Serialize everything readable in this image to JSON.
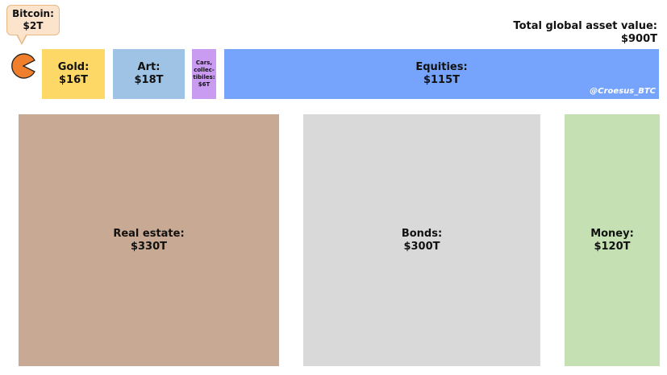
{
  "chart_data": {
    "type": "bar",
    "title": "Total global asset value:",
    "total": "$900T",
    "credit": "@Croesus_BTC",
    "unit": "trillion USD",
    "categories": [
      "Bitcoin",
      "Gold",
      "Art",
      "Cars, collectibles",
      "Equities",
      "Real estate",
      "Bonds",
      "Money"
    ],
    "values": [
      2,
      16,
      18,
      6,
      115,
      330,
      300,
      120
    ],
    "items": [
      {
        "label": "Bitcoin:",
        "value_label": "$2T",
        "color": "#ef7f2c"
      },
      {
        "label": "Gold:",
        "value_label": "$16T",
        "color": "#fdd866"
      },
      {
        "label": "Art:",
        "value_label": "$18T",
        "color": "#9fc3e5"
      },
      {
        "label": "Cars, collec- tibiles:",
        "value_label": "$6T",
        "color": "#c99bf1"
      },
      {
        "label": "Equities:",
        "value_label": "$115T",
        "color": "#76a3fb"
      },
      {
        "label": "Real estate:",
        "value_label": "$330T",
        "color": "#c8a993"
      },
      {
        "label": "Bonds:",
        "value_label": "$300T",
        "color": "#d9d9d9"
      },
      {
        "label": "Money:",
        "value_label": "$120T",
        "color": "#c5e1b4"
      }
    ]
  }
}
